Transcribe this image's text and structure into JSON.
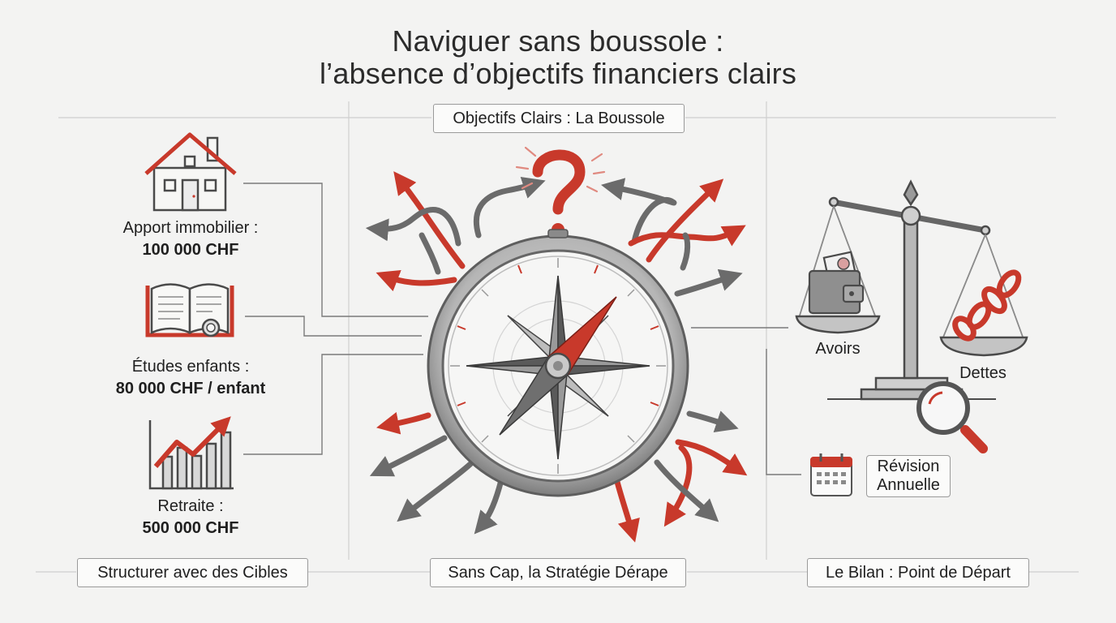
{
  "title": {
    "line1": "Naviguer sans boussole :",
    "line2": "l’absence d’objectifs financiers clairs"
  },
  "sections": {
    "top_center": "Objectifs Clairs : La Boussole",
    "bottom_left": "Structurer avec des Cibles",
    "bottom_center": "Sans Cap, la Stratégie Dérape",
    "bottom_right": "Le Bilan : Point de Départ"
  },
  "goals": [
    {
      "label": "Apport immobilier :",
      "value": "100 000 CHF",
      "icon": "house-icon"
    },
    {
      "label": "Études enfants :",
      "value": "80 000 CHF / enfant",
      "icon": "book-icon"
    },
    {
      "label": "Retraite :",
      "value": "500 000 CHF",
      "icon": "growth-chart-icon"
    }
  ],
  "balance": {
    "assets": "Avoirs",
    "debts": "Dettes",
    "review_line1": "Révision",
    "review_line2": "Annuelle"
  },
  "colors": {
    "accent_red": "#c8392b",
    "arrow_gray": "#6b6b6b",
    "line_gray": "#9a9a9a",
    "background": "#f3f3f2"
  }
}
